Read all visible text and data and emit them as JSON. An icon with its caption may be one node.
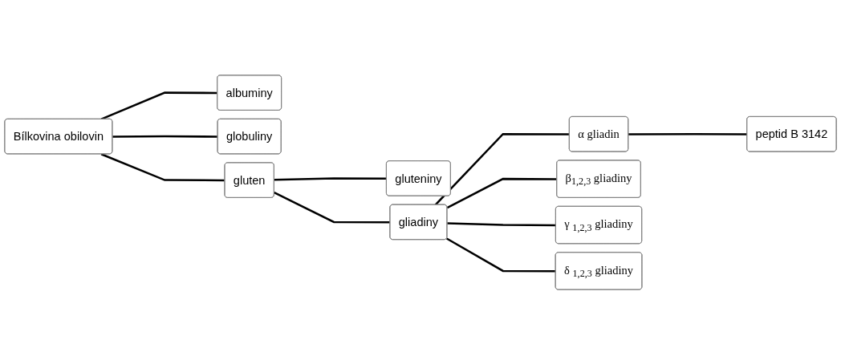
{
  "diagram": {
    "nodes": [
      {
        "text": [
          "Bílkovina obilovin"
        ]
      },
      {
        "text": [
          "albuminy"
        ]
      },
      {
        "text": [
          "globuliny"
        ]
      },
      {
        "text": [
          "gluten"
        ]
      },
      {
        "text": [
          "gluteniny"
        ]
      },
      {
        "text": [
          "gliadiny"
        ]
      },
      {
        "text": [
          "α gliadin"
        ]
      },
      {
        "text": [
          "peptid B 3142"
        ]
      },
      {
        "text": [
          "β$_{1,2,3}$ gliadiny"
        ]
      },
      {
        "text": [
          "γ $_{1,2,3}$ gliadiny"
        ]
      },
      {
        "text": [
          "δ $_{1,2,3}$ gliadiny"
        ]
      }
    ],
    "edges": [
      {
        "from": 0,
        "to": 1,
        "arrow": "none"
      },
      {
        "from": 0,
        "to": 2,
        "arrow": "none"
      },
      {
        "from": 0,
        "to": 3,
        "arrow": "none"
      },
      {
        "from": 3,
        "to": 4,
        "arrow": "none"
      },
      {
        "from": 3,
        "to": 5,
        "arrow": "none"
      },
      {
        "from": 5,
        "to": 6,
        "arrow": "none"
      },
      {
        "from": 6,
        "to": 7,
        "arrow": "none"
      },
      {
        "from": 5,
        "to": 8,
        "arrow": "none"
      },
      {
        "from": 5,
        "to": 9,
        "arrow": "none"
      },
      {
        "from": 5,
        "to": 10,
        "arrow": "none"
      }
    ]
  }
}
